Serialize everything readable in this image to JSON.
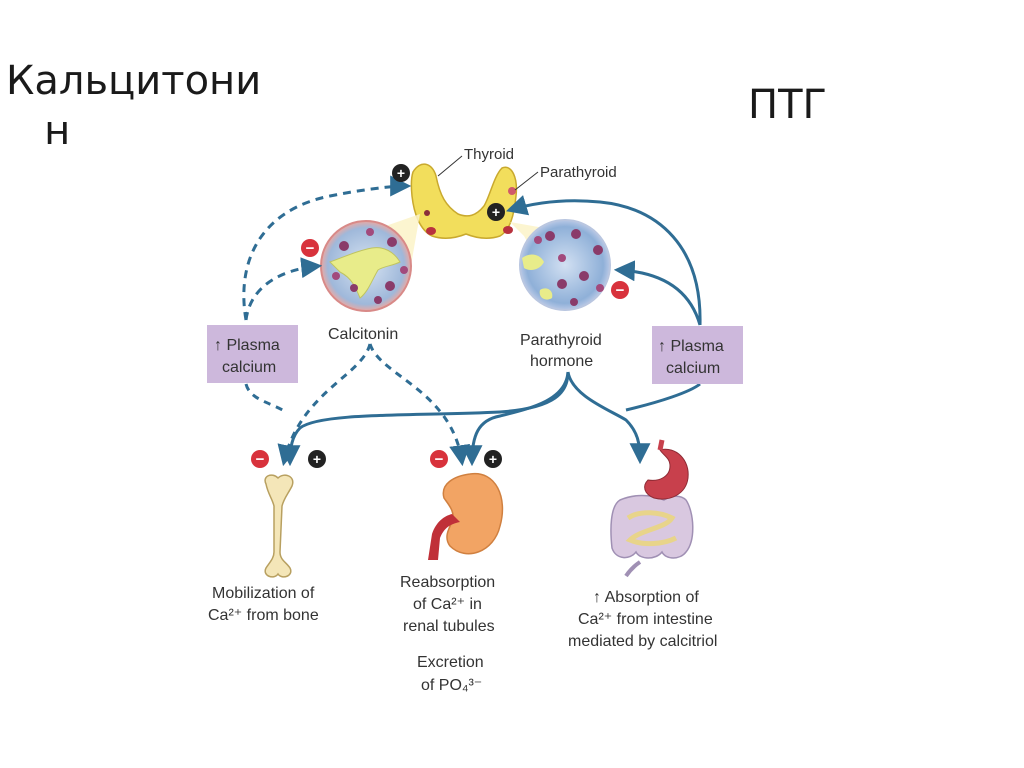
{
  "slide": {
    "title_left": "Кальцитони\n   н",
    "title_right": "ПТГ"
  },
  "diagram": {
    "labels": {
      "thyroid": "Thyroid",
      "parathyroid": "Parathyroid",
      "calcitonin": "Calcitonin",
      "pth_line1": "Parathyroid",
      "pth_line2": "hormone"
    },
    "plasma_left": {
      "line1": "↑ Plasma",
      "line2": "calcium"
    },
    "plasma_right": {
      "line1": "↑ Plasma",
      "line2": "calcium"
    },
    "targets": {
      "bone": {
        "line1": "Mobilization of",
        "line2": "Ca²⁺ from bone"
      },
      "kidney": {
        "line1": "Reabsorption",
        "line2": "of Ca²⁺ in",
        "line3": "renal tubules",
        "line4": "Excretion",
        "line5": "of PO₄³⁻"
      },
      "intestine": {
        "line1": "↑ Absorption of",
        "line2": "Ca²⁺ from intestine",
        "line3": "mediated by calcitriol"
      }
    },
    "signs": {
      "plus": "+",
      "minus": "−"
    },
    "colors": {
      "arrow": "#2f6d94",
      "plasma_box": "#cdb8dc",
      "minus_badge": "#d8323c",
      "plus_badge": "#222222",
      "thyroid": "#f2de5c",
      "bone": "#f4e6b8",
      "kidney": "#f2a464",
      "stomach": "#c8404c",
      "intestine": "#d9c8e0"
    }
  }
}
